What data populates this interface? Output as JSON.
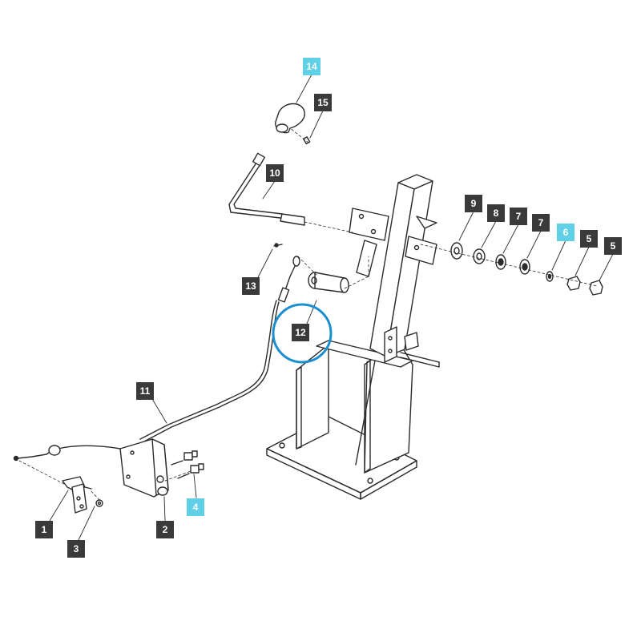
{
  "colors": {
    "line": "#2b2b2b",
    "label_bg": "#3a3a3a",
    "accent_label_bg": "#5fd0e6",
    "highlight_ring": "#1a8fd0"
  },
  "callouts": {
    "c1": "1",
    "c2": "2",
    "c3": "3",
    "c4": "4",
    "c5a": "5",
    "c5b": "5",
    "c6": "6",
    "c7a": "7",
    "c7b": "7",
    "c8": "8",
    "c9": "9",
    "c10": "10",
    "c11": "11",
    "c12": "12",
    "c13": "13",
    "c14": "14",
    "c15": "15"
  },
  "highlighted_callouts": [
    "4",
    "6",
    "14"
  ],
  "circled_callout": "12"
}
